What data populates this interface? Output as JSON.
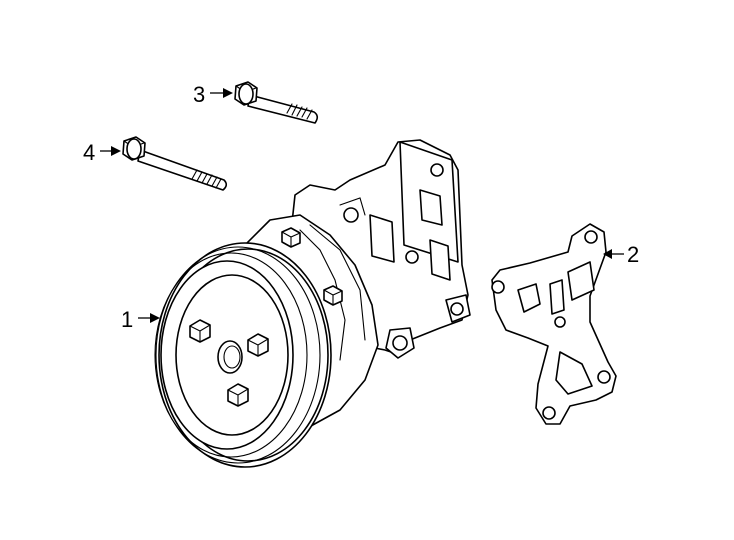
{
  "diagram": {
    "callouts": [
      {
        "id": "pump",
        "label": "1"
      },
      {
        "id": "gasket",
        "label": "2"
      },
      {
        "id": "short-bolt",
        "label": "3"
      },
      {
        "id": "long-bolt",
        "label": "4"
      }
    ]
  }
}
